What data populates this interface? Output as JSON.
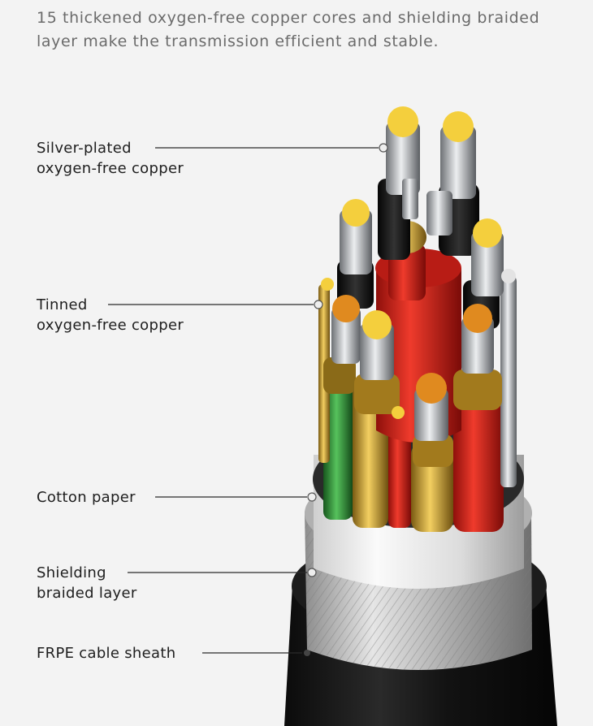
{
  "header": {
    "line1": "15 thickened oxygen-free copper cores and shielding braided",
    "line2": "layer make the transmission efficient and stable."
  },
  "labels": {
    "silver": {
      "line1": "Silver-plated",
      "line2": "oxygen-free copper"
    },
    "tinned": {
      "line1": "Tinned",
      "line2": "oxygen-free copper"
    },
    "cotton": {
      "line1": "Cotton paper"
    },
    "shield": {
      "line1": "Shielding",
      "line2": "braided layer"
    },
    "sheath": {
      "line1": "FRPE cable sheath"
    }
  },
  "colors": {
    "background": "#f3f3f3",
    "sheath": "#151515",
    "braid": "#bcbcbc",
    "core_red": "#d7261e",
    "core_gold": "#c99a2a",
    "core_green": "#2f9a3a",
    "copper": "#e59a2b",
    "tin": "#f0c93a",
    "silver": "#b9bcc0"
  }
}
